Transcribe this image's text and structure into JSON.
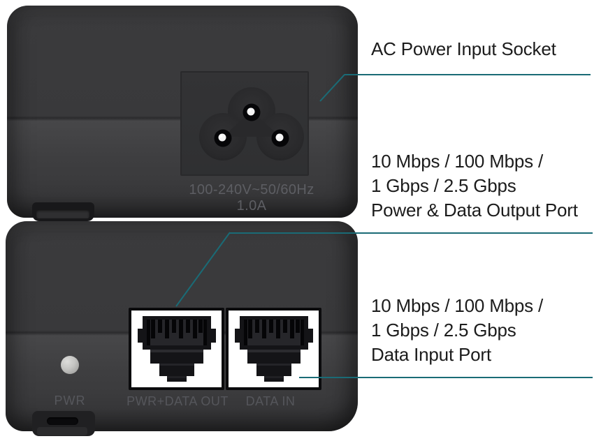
{
  "colors": {
    "accent_teal": "#1a6b76",
    "device_body": "#3a3a3c",
    "annotation_text": "#1c1c1c",
    "device_print_text": "#56575c",
    "port_background": "#ffffff"
  },
  "annotations": {
    "socket": {
      "lines": [
        "AC Power Input Socket"
      ]
    },
    "output_port": {
      "lines": [
        "10 Mbps / 100 Mbps /",
        "1 Gbps / 2.5 Gbps",
        "Power & Data Output Port"
      ]
    },
    "input_port": {
      "lines": [
        "10 Mbps / 100 Mbps /",
        "1 Gbps / 2.5 Gbps",
        "Data Input Port"
      ]
    }
  },
  "top_device": {
    "rating": "100-240V~50/60Hz 1.0A"
  },
  "bottom_device": {
    "led_label": "PWR",
    "ports": [
      {
        "label": "PWR+DATA OUT"
      },
      {
        "label": "DATA IN"
      }
    ]
  }
}
